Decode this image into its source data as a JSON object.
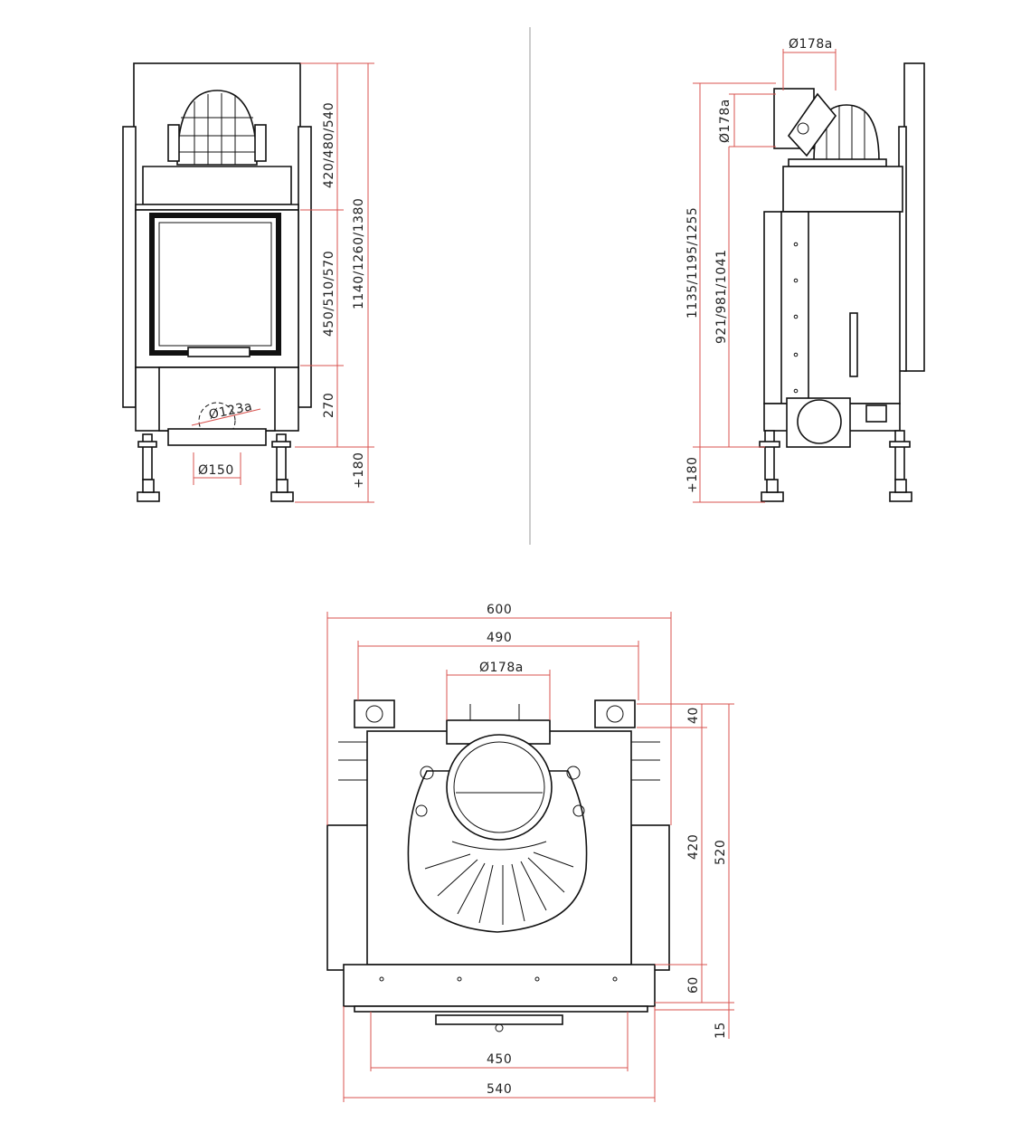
{
  "front_view": {
    "dimensions": {
      "upper_height": "420/480/540",
      "door_height": "450/510/570",
      "base_height": "270",
      "total_height": "1140/1260/1380",
      "leg_extension": "+180",
      "outlet_diameter": "Ø123a",
      "lower_outlet_diameter": "Ø150"
    }
  },
  "side_view": {
    "dimensions": {
      "flue_diameter": "Ø178a",
      "flue_diameter_vertical": "Ø178a",
      "total_height": "1135/1195/1255",
      "body_height": "921/981/1041",
      "leg_extension": "+180"
    }
  },
  "top_view": {
    "dimensions": {
      "overall_width": "600",
      "inner_width": "490",
      "flue_diameter": "Ø178a",
      "offset_back": "40",
      "body_depth": "420",
      "overall_depth": "520",
      "front_depth": "60",
      "base_offset": "15",
      "base_inner_width": "450",
      "base_outer_width": "540"
    }
  }
}
